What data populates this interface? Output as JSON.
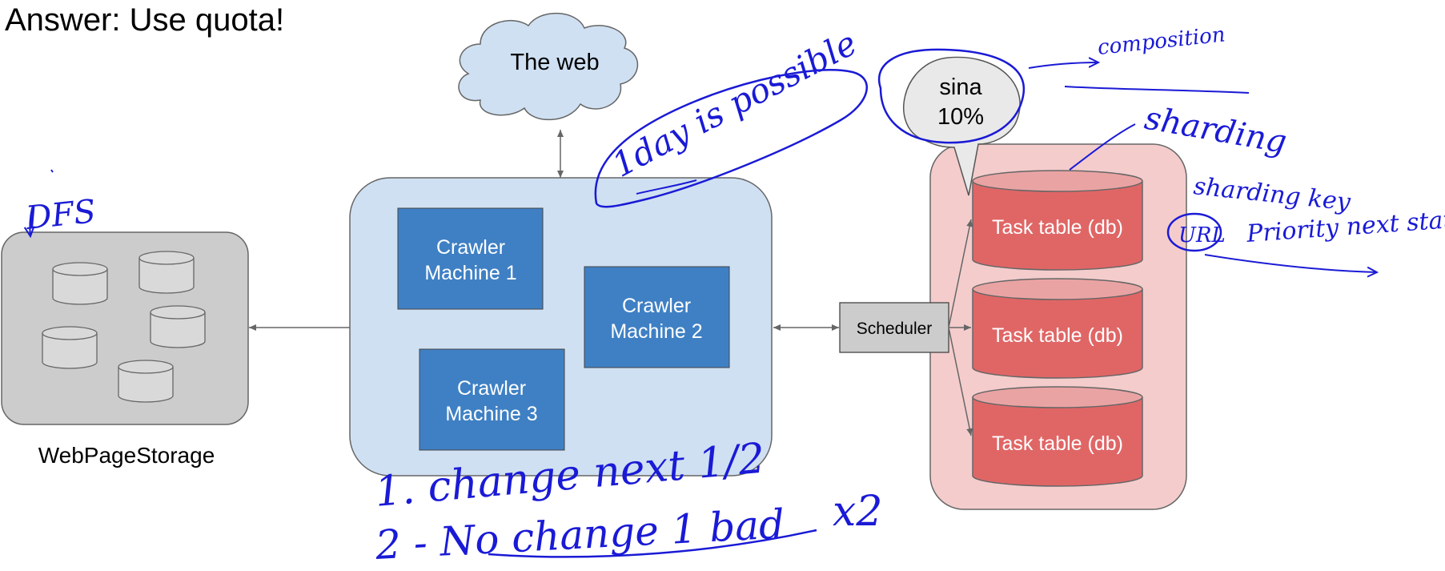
{
  "title": "Answer: Use quota!",
  "web": {
    "label": "The web"
  },
  "storage": {
    "label": "WebPageStorage"
  },
  "crawlers": [
    {
      "line1": "Crawler",
      "line2": "Machine 1"
    },
    {
      "line1": "Crawler",
      "line2": "Machine 2"
    },
    {
      "line1": "Crawler",
      "line2": "Machine 3"
    }
  ],
  "scheduler": {
    "label": "Scheduler"
  },
  "quota": {
    "name": "sina",
    "percent": "10%"
  },
  "task_tables": [
    "Task table (db)",
    "Task table (db)",
    "Task table (db)"
  ],
  "handwriting": {
    "dfs": "DFS",
    "one_day": "1day is possible",
    "composition": "composition",
    "sharding": "sharding",
    "sharding_key": "sharding key",
    "url": "URL",
    "priority": "Priority next state",
    "line1": "1. change next 1/2",
    "line2": "2 - No change 1 bad",
    "x2": "x2"
  },
  "colors": {
    "panel_blue": "#cfe0f2",
    "crawler_blue": "#3f80c4",
    "storage_gray": "#cccccc",
    "db_red": "#e06666",
    "db_panel": "#f4cccc",
    "ink": "#1a1ad6"
  }
}
